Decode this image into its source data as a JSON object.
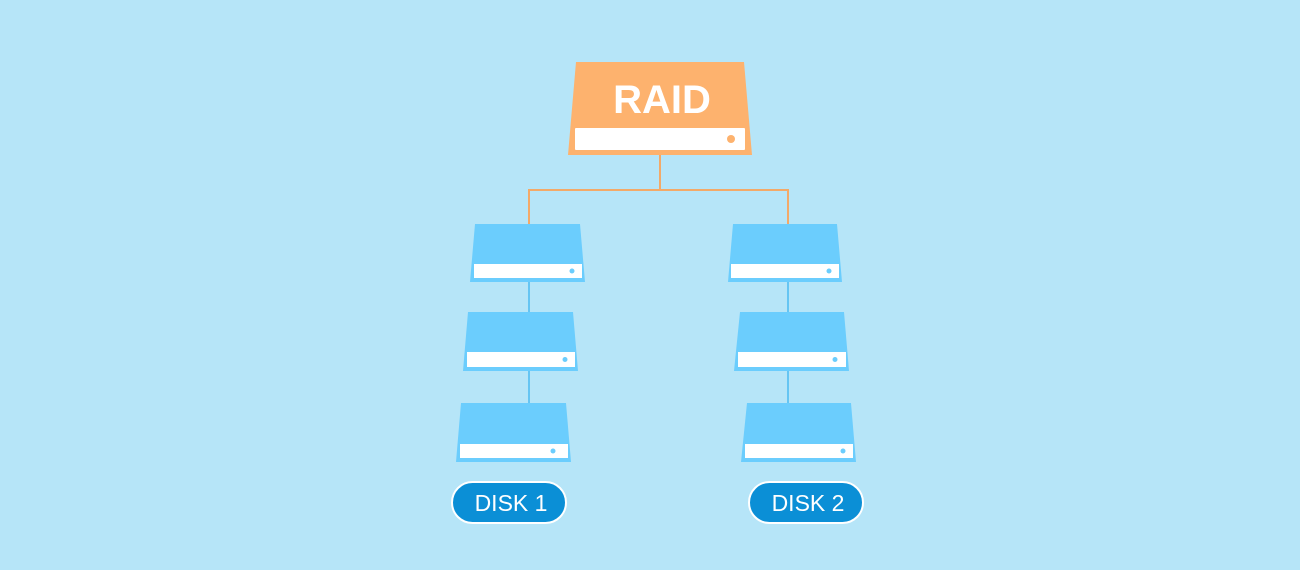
{
  "colors": {
    "background": "#b6e5f8",
    "raid_fill": "#fdb26e",
    "raid_connector": "#f3a968",
    "drive_fill": "#6bcdfd",
    "drive_connector": "#65c5f3",
    "slot_fill": "#ffffff",
    "raid_led": "#fdb26e",
    "drive_led": "#6bcdfd",
    "pill_fill": "#0b8fd6",
    "pill_border": "#ffffff",
    "label_text": "#ffffff"
  },
  "raid": {
    "title": "RAID"
  },
  "disks": [
    {
      "label": "DISK 1",
      "drives": [
        "drive",
        "drive",
        "drive"
      ]
    },
    {
      "label": "DISK 2",
      "drives": [
        "drive",
        "drive",
        "drive"
      ]
    }
  ]
}
